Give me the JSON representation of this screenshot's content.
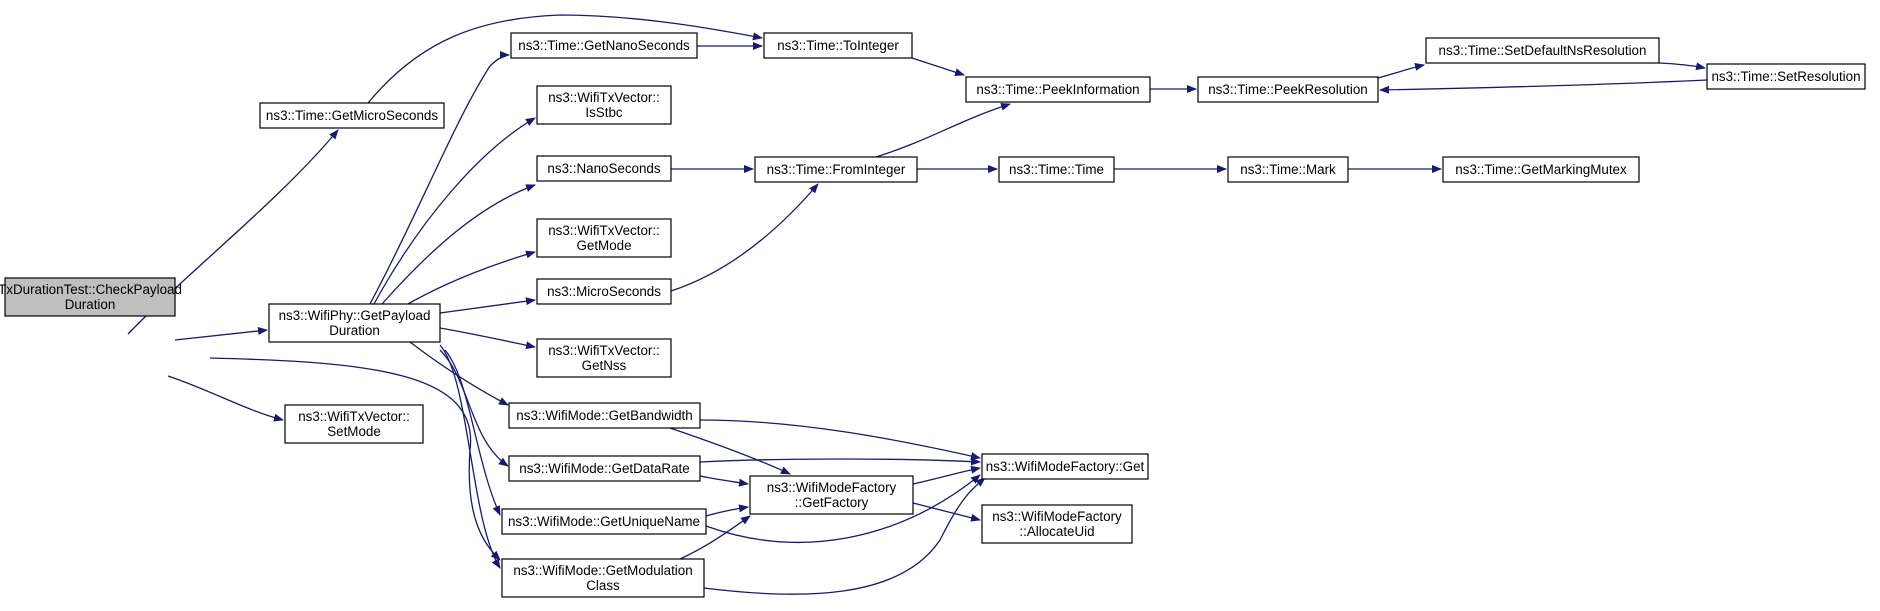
{
  "colors": {
    "edge": "#191970",
    "node_border": "#000000",
    "root_fill": "#bfbfbf",
    "node_fill": "#ffffff"
  },
  "nodes": [
    {
      "id": "root",
      "lines": [
        "TxDurationTest::CheckPayload",
        "Duration"
      ],
      "highlight": true
    },
    {
      "id": "getMicroSeconds",
      "lines": [
        "ns3::Time::GetMicroSeconds"
      ]
    },
    {
      "id": "getPayloadDuration",
      "lines": [
        "ns3::WifiPhy::GetPayload",
        "Duration"
      ]
    },
    {
      "id": "setMode",
      "lines": [
        "ns3::WifiTxVector::",
        "SetMode"
      ]
    },
    {
      "id": "getModulationClass",
      "lines": [
        "ns3::WifiMode::GetModulation",
        "Class"
      ]
    },
    {
      "id": "toInteger",
      "lines": [
        "ns3::Time::ToInteger"
      ]
    },
    {
      "id": "getNanoSeconds",
      "lines": [
        "ns3::Time::GetNanoSeconds"
      ]
    },
    {
      "id": "isStbc",
      "lines": [
        "ns3::WifiTxVector::",
        "IsStbc"
      ]
    },
    {
      "id": "nanoSeconds",
      "lines": [
        "ns3::NanoSeconds"
      ]
    },
    {
      "id": "getMode",
      "lines": [
        "ns3::WifiTxVector::",
        "GetMode"
      ]
    },
    {
      "id": "microSeconds",
      "lines": [
        "ns3::MicroSeconds"
      ]
    },
    {
      "id": "getNss",
      "lines": [
        "ns3::WifiTxVector::",
        "GetNss"
      ]
    },
    {
      "id": "getBandwidth",
      "lines": [
        "ns3::WifiMode::GetBandwidth"
      ]
    },
    {
      "id": "getDataRate",
      "lines": [
        "ns3::WifiMode::GetDataRate"
      ]
    },
    {
      "id": "getUniqueName",
      "lines": [
        "ns3::WifiMode::GetUniqueName"
      ]
    },
    {
      "id": "peekInformation",
      "lines": [
        "ns3::Time::PeekInformation"
      ]
    },
    {
      "id": "fromInteger",
      "lines": [
        "ns3::Time::FromInteger"
      ]
    },
    {
      "id": "getFactory",
      "lines": [
        "ns3::WifiModeFactory",
        "::GetFactory"
      ]
    },
    {
      "id": "factoryGet",
      "lines": [
        "ns3::WifiModeFactory::Get"
      ]
    },
    {
      "id": "peekResolution",
      "lines": [
        "ns3::Time::PeekResolution"
      ]
    },
    {
      "id": "timeCtor",
      "lines": [
        "ns3::Time::Time"
      ]
    },
    {
      "id": "allocateUid",
      "lines": [
        "ns3::WifiModeFactory",
        "::AllocateUid"
      ]
    },
    {
      "id": "setDefaultNsResolution",
      "lines": [
        "ns3::Time::SetDefaultNsResolution"
      ]
    },
    {
      "id": "mark",
      "lines": [
        "ns3::Time::Mark"
      ]
    },
    {
      "id": "setResolution",
      "lines": [
        "ns3::Time::SetResolution"
      ]
    },
    {
      "id": "getMarkingMutex",
      "lines": [
        "ns3::Time::GetMarkingMutex"
      ]
    }
  ],
  "edges": [
    {
      "from": "root",
      "to": "getMicroSeconds"
    },
    {
      "from": "root",
      "to": "getPayloadDuration"
    },
    {
      "from": "root",
      "to": "setMode"
    },
    {
      "from": "root",
      "to": "getModulationClass"
    },
    {
      "from": "getMicroSeconds",
      "to": "toInteger"
    },
    {
      "from": "getPayloadDuration",
      "to": "getNanoSeconds"
    },
    {
      "from": "getPayloadDuration",
      "to": "isStbc"
    },
    {
      "from": "getPayloadDuration",
      "to": "nanoSeconds"
    },
    {
      "from": "getPayloadDuration",
      "to": "getMode"
    },
    {
      "from": "getPayloadDuration",
      "to": "microSeconds"
    },
    {
      "from": "getPayloadDuration",
      "to": "getNss"
    },
    {
      "from": "getPayloadDuration",
      "to": "getBandwidth"
    },
    {
      "from": "getPayloadDuration",
      "to": "getDataRate"
    },
    {
      "from": "getPayloadDuration",
      "to": "getUniqueName"
    },
    {
      "from": "getPayloadDuration",
      "to": "getModulationClass"
    },
    {
      "from": "getNanoSeconds",
      "to": "toInteger"
    },
    {
      "from": "toInteger",
      "to": "peekInformation"
    },
    {
      "from": "nanoSeconds",
      "to": "fromInteger"
    },
    {
      "from": "microSeconds",
      "to": "fromInteger"
    },
    {
      "from": "fromInteger",
      "to": "peekInformation"
    },
    {
      "from": "fromInteger",
      "to": "timeCtor"
    },
    {
      "from": "peekInformation",
      "to": "peekResolution"
    },
    {
      "from": "peekResolution",
      "to": "setDefaultNsResolution"
    },
    {
      "from": "setDefaultNsResolution",
      "to": "setResolution"
    },
    {
      "from": "setResolution",
      "to": "peekResolution"
    },
    {
      "from": "timeCtor",
      "to": "mark"
    },
    {
      "from": "mark",
      "to": "getMarkingMutex"
    },
    {
      "from": "getBandwidth",
      "to": "factoryGet"
    },
    {
      "from": "getBandwidth",
      "to": "getFactory"
    },
    {
      "from": "getDataRate",
      "to": "factoryGet"
    },
    {
      "from": "getDataRate",
      "to": "getFactory"
    },
    {
      "from": "getUniqueName",
      "to": "getFactory"
    },
    {
      "from": "getUniqueName",
      "to": "factoryGet"
    },
    {
      "from": "getModulationClass",
      "to": "getFactory"
    },
    {
      "from": "getModulationClass",
      "to": "factoryGet"
    },
    {
      "from": "getFactory",
      "to": "factoryGet"
    },
    {
      "from": "getFactory",
      "to": "allocateUid"
    }
  ]
}
